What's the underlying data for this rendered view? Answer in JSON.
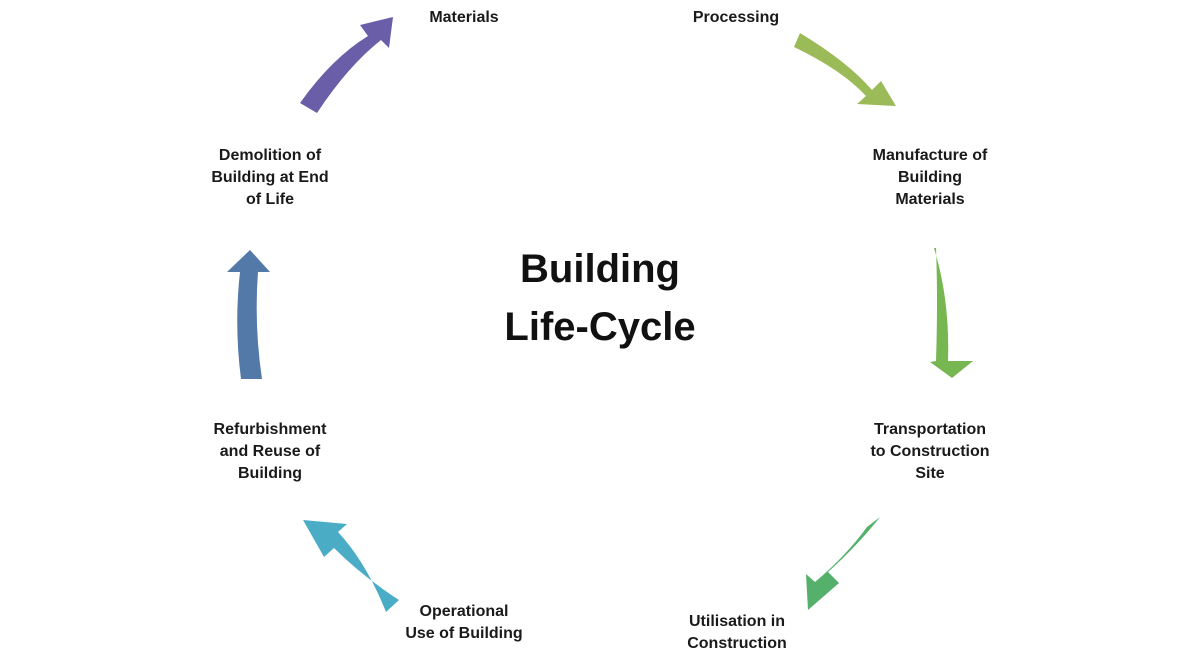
{
  "title": {
    "line1": "Building",
    "line2": "Life-Cycle"
  },
  "stages": [
    {
      "label": "Extraction of Raw\nProcessing"
    },
    {
      "label": "Manufacture of\nBuilding\nMaterials"
    },
    {
      "label": "Transportation\nto Construction\nSite"
    },
    {
      "label": "Utilisation in\nConstruction"
    },
    {
      "label": "Operational\nUse of Building"
    },
    {
      "label": "Refurbishment\nand Reuse of\nBuilding"
    },
    {
      "label": "Demolition of\nBuilding at End\nof Life"
    },
    {
      "label": "Recycling or Reuse\nof Recovered\nMaterials"
    }
  ],
  "colors": {
    "arrow_processing_to_manufacture": "#9BBB59",
    "arrow_manufacture_to_transport": "#77B752",
    "arrow_transport_to_utilisation": "#55B06B",
    "arrow_operational_to_refurbishment": "#4BACC6",
    "arrow_refurbishment_to_demolition": "#5279A8",
    "arrow_demolition_to_recovered": "#6A5EA8"
  }
}
